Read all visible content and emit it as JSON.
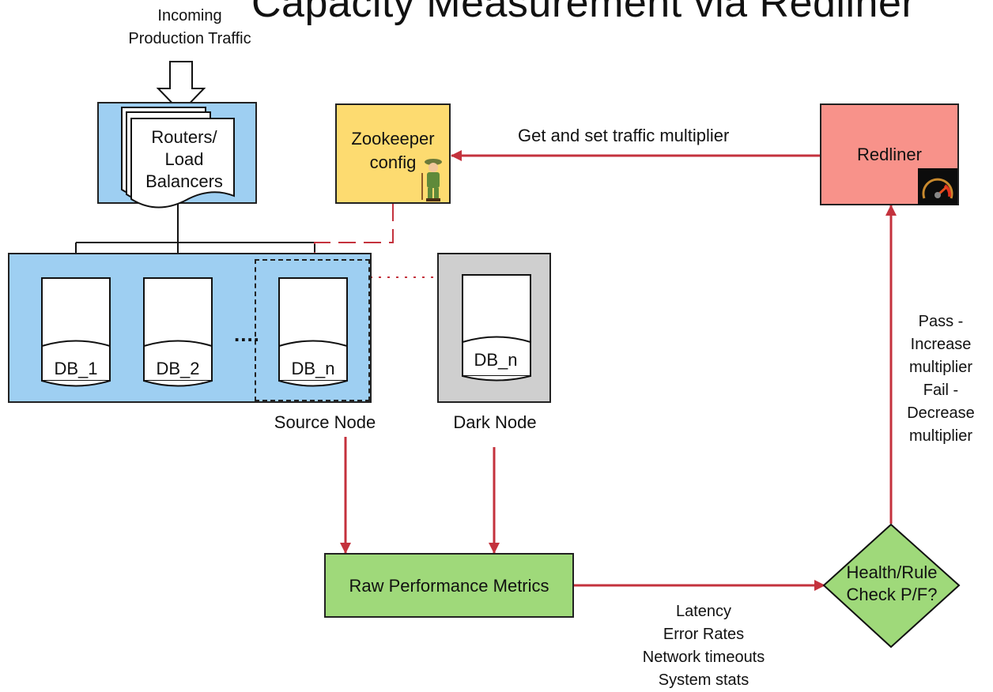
{
  "title": "Capacity Measurement via Redliner",
  "routers": {
    "incoming_line1": "Incoming",
    "incoming_line2": "Production Traffic",
    "label_line1": "Routers/",
    "label_line2": "Load",
    "label_line3": "Balancers"
  },
  "zookeeper": {
    "line1": "Zookeeper",
    "line2": "config"
  },
  "redliner": {
    "label": "Redliner"
  },
  "arrow_labels": {
    "get_set": "Get and set traffic multiplier"
  },
  "cluster": {
    "dbs": [
      "DB_1",
      "DB_2",
      "DB_n"
    ],
    "ellipsis": "....",
    "source_label": "Source Node"
  },
  "dark": {
    "db": "DB_n",
    "label": "Dark Node"
  },
  "metrics": {
    "label": "Raw Performance Metrics"
  },
  "metric_list": [
    "Latency",
    "Error Rates",
    "Network timeouts",
    "System stats"
  ],
  "health": {
    "line1": "Health/Rule",
    "line2": "Check P/F?"
  },
  "pass_fail": [
    "Pass -",
    "Increase",
    "multiplier",
    "Fail -",
    "Decrease",
    "multiplier"
  ],
  "colors": {
    "blue": "#9ecff2",
    "gray": "#cfcfcf",
    "yellow": "#fddb70",
    "salmon": "#f8928a",
    "green": "#9fd97a",
    "arrow_red": "#c4323d"
  }
}
